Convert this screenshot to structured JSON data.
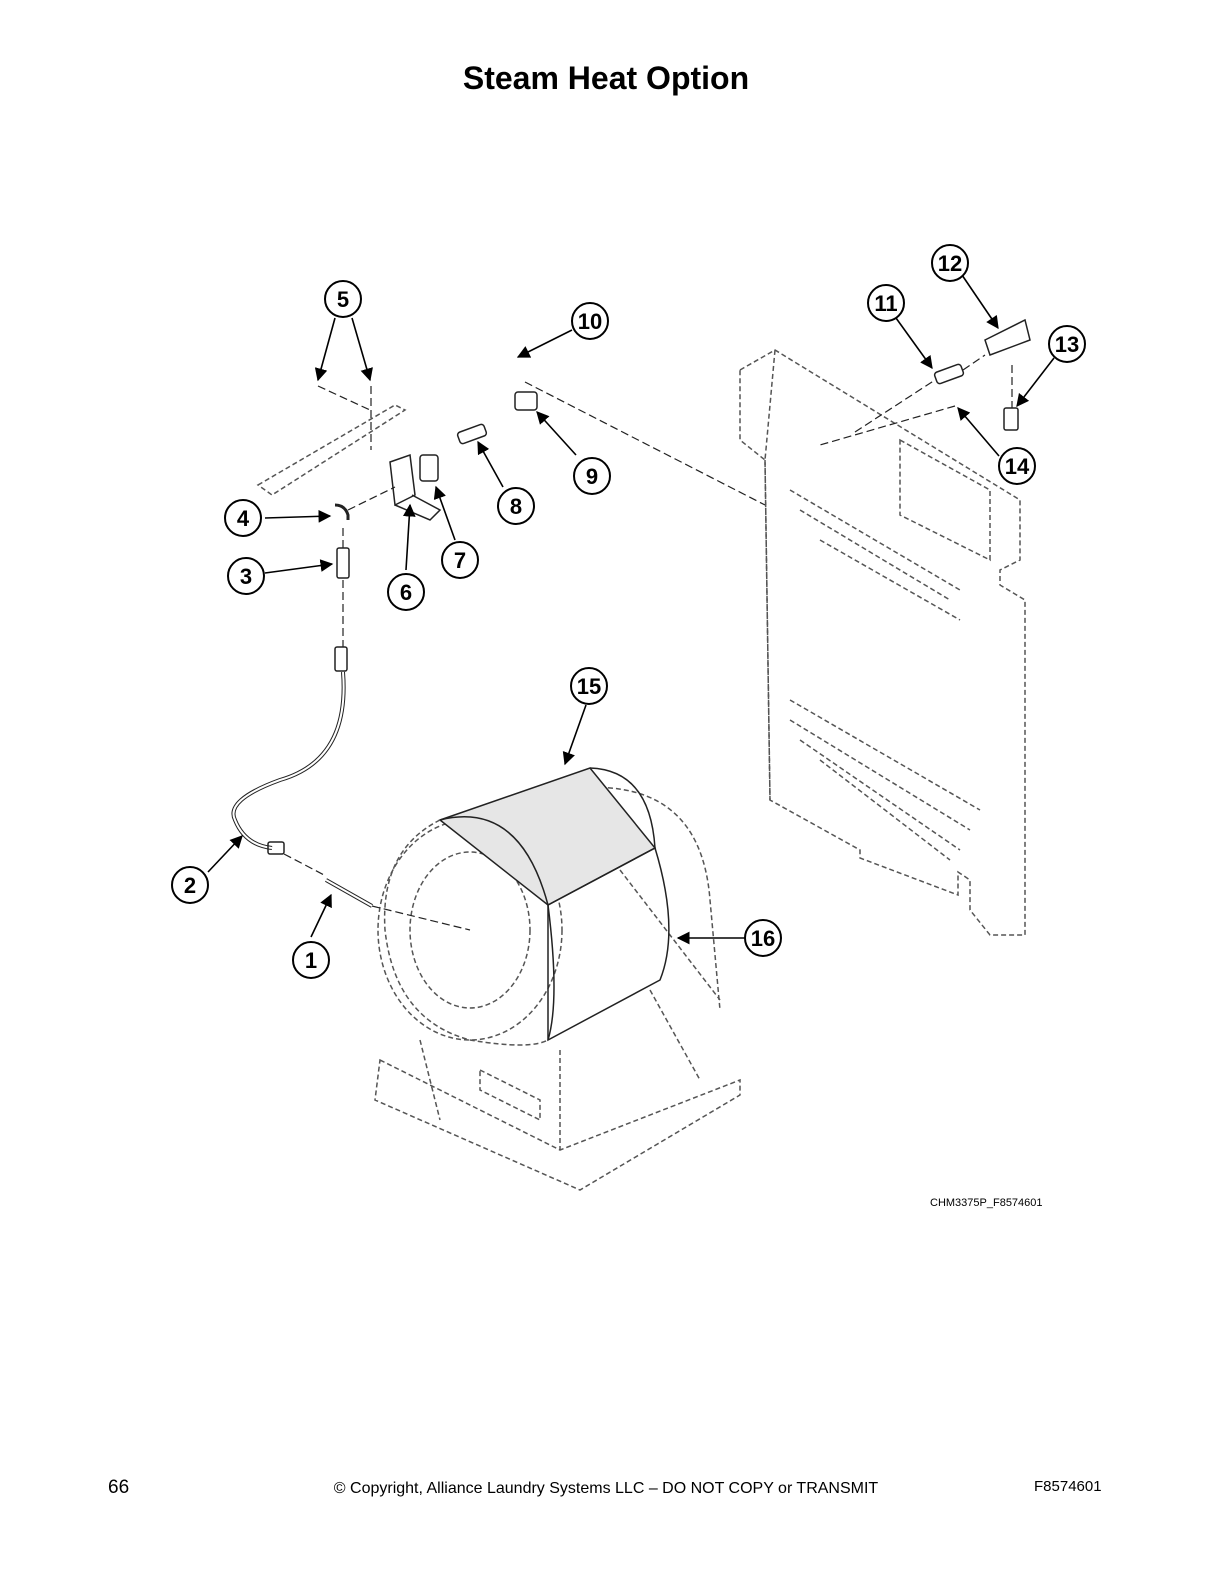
{
  "page": {
    "title": "Steam Heat Option",
    "drawing_code": "CHM3375P_F8574601",
    "page_number": "66",
    "copyright": "© Copyright, Alliance Laundry Systems LLC – DO NOT COPY or TRANSMIT",
    "document_number": "F8574601"
  },
  "callouts": [
    "1",
    "2",
    "3",
    "4",
    "5",
    "6",
    "7",
    "8",
    "9",
    "10",
    "11",
    "12",
    "13",
    "14",
    "15",
    "16"
  ],
  "colors": {
    "line": "#222222",
    "dashed": "#555555",
    "shade": "#e6e6e6"
  }
}
